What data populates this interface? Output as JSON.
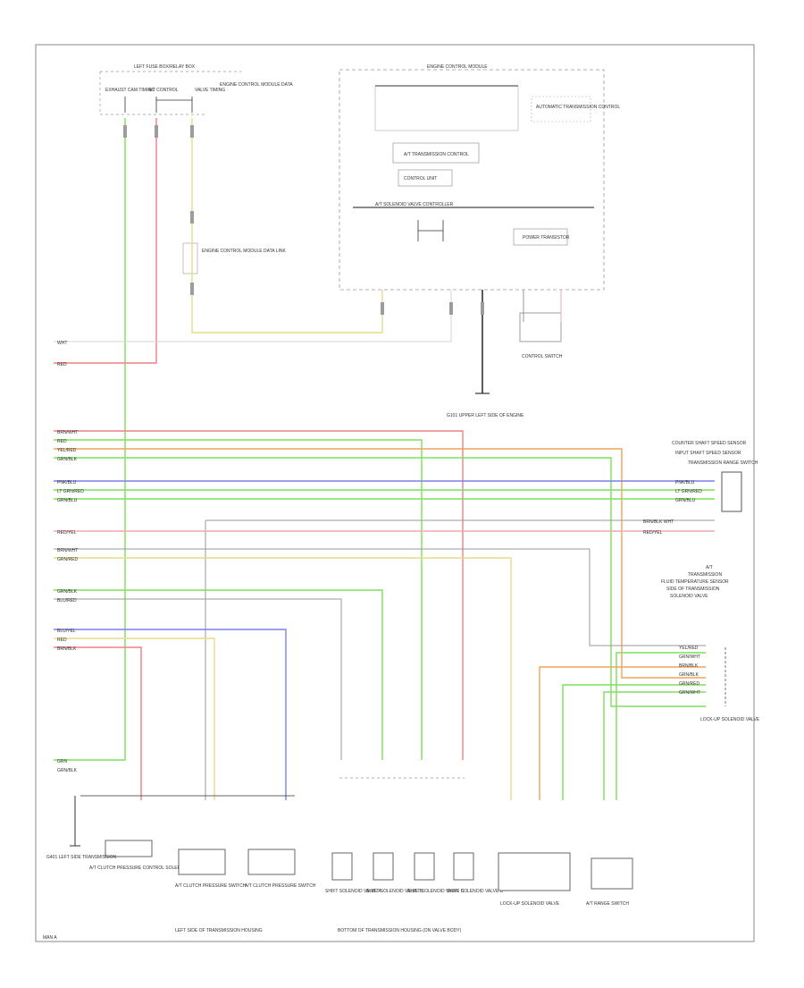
{
  "colors": {
    "frame": "#888888",
    "wire_green": "#7ddf5c",
    "wire_red": "#ef7f88",
    "wire_yellow": "#e6dc88",
    "wire_orange": "#f2a25a",
    "wire_blue": "#7b7ef0",
    "wire_pink": "#f2a9b2",
    "wire_gray": "#9a9a9a",
    "wire_light": "#d4d4d4",
    "wire_black": "#333333"
  },
  "labels": {
    "top_fuse_block": "LEFT FUSE BOX/RELAY BOX",
    "top_fuse_a": "EXHAUST CAM TIMING",
    "top_fuse_b": "A/T CONTROL",
    "top_fuse_c": "VALVE TIMING",
    "top_fuse_note": "ENGINE CONTROL MODULE DATA",
    "module_title": "ENGINE CONTROL MODULE",
    "module_right_box": "AUTOMATIC TRANSMISSION CONTROL",
    "module_sensor_box": "A/T TRANSMISSION CONTROL",
    "module_sub_box": "CONTROL UNIT",
    "module_bus": "A/T SOLENOID VALVE CONTROLLER",
    "module_power_box": "POWER TRANSISTOR",
    "left_connector_note": "ENGINE CONTROL MODULE DATA LINK",
    "ground_upper": "G101 UPPER LEFT SIDE OF ENGINE",
    "sensor_right_upper": "CONTROL SWITCH",
    "right_connector_title": "COUNTER SHAFT SPEED SENSOR",
    "right_connector_title2": "INPUT SHAFT SPEED SENSOR",
    "right_connector_sub": "TRANSMISSION RANGE SWITCH",
    "right_mid_note_1": "A/T",
    "right_mid_note_2": "TRANSMISSION",
    "right_mid_note_3": "FLUID TEMPERATURE SENSOR",
    "right_mid_note_4": "SIDE OF TRANSMISSION",
    "right_mid_note_5": "SOLENOID VALVE",
    "right_lower_connector": "LOCK-UP SOLENOID VALVE",
    "bottom_left_ground": "G401 LEFT SIDE TRANSMISSION",
    "bottom_comp_1": "A/T CLUTCH PRESSURE CONTROL SOLENOID VALVE A",
    "bottom_comp_2": "A/T CLUTCH PRESSURE SWITCH",
    "bottom_comp_3": "A/T CLUTCH PRESSURE SWITCH",
    "bottom_comp_4": "SHIFT SOLENOID VALVE A",
    "bottom_comp_5": "SHIFT SOLENOID VALVE B",
    "bottom_comp_6": "SHIFT SOLENOID VALVE C",
    "bottom_comp_7": "SHIFT SOLENOID VALVE D",
    "bottom_comp_8": "LOCK-UP SOLENOID VALVE",
    "bottom_comp_9": "A/T RANGE SWITCH",
    "bottom_group_left": "LEFT SIDE OF TRANSMISSION HOUSING",
    "bottom_group_right": "BOTTOM OF TRANSMISSION HOUSING (ON VALVE BODY)",
    "footer_code": "MAN A"
  },
  "wire_labels": {
    "w1": "WHT",
    "w2": "RED",
    "w3": "BRN/WHT",
    "w4": "RED",
    "w5": "YEL/RED",
    "w6": "GRN/BLK",
    "w7": "PNK/BLU",
    "w8": "LT GRN/RED",
    "w9": "GRN/BLU",
    "w10": "RED/YEL",
    "w11": "BRN/WHT",
    "w12": "GRN/RED",
    "w13": "GRN/BLK",
    "w14": "BLU/RED",
    "w15": "BLU/YEL",
    "w16": "RED",
    "w17": "BRN/BLK",
    "w18": "GRN",
    "w19": "GRN/BLK",
    "r1": "YEL/RED",
    "r2": "GRN/WHT",
    "r3": "BRN/BLK",
    "r4": "GRN/BLK",
    "r5": "GRN/RED",
    "r6": "GRN/WHT",
    "ru1": "PNK/BLU",
    "ru2": "LT GRN/RED",
    "ru3": "GRN/BLU",
    "ru4": "BRN/BLK WHT",
    "ru5": "RED/YEL"
  }
}
